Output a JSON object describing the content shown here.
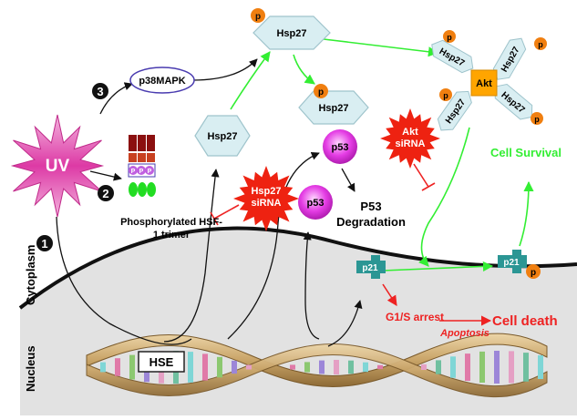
{
  "compartments": {
    "cytoplasm": "Cytoplasm",
    "nucleus": "Nucleus"
  },
  "stimulus": {
    "label": "UV"
  },
  "steps": {
    "step1": "1",
    "step2": "2",
    "step3": "3"
  },
  "nodes": {
    "p38mapk": "p38MAPK",
    "hsp27_free": "Hsp27",
    "hsp27_phos": "Hsp27",
    "hsp27_p53_top": "Hsp27",
    "p53_complex": "p53",
    "p53_free": "p53",
    "akt": "Akt",
    "akt_hsp27": [
      "Hsp27",
      "Hsp27",
      "Hsp27",
      "Hsp27"
    ],
    "p21_nucleus": "p21",
    "p21_phos": "p21",
    "phospho": "p",
    "hse": "HSE",
    "hsf_p": [
      "P",
      "P",
      "P"
    ]
  },
  "labels": {
    "hsf_trimer": [
      "Phosphorylated HSF-",
      "1 trimer"
    ],
    "p53_degradation": [
      "P53",
      "Degradation"
    ],
    "cell_survival": "Cell Survival",
    "g1s_arrest": "G1/S arrest",
    "apoptosis": "Apoptosis",
    "cell_death": "Cell death"
  },
  "inhibitors": {
    "hsp27_sirna": [
      "Hsp27",
      "siRNA"
    ],
    "akt_sirna": [
      "Akt",
      "siRNA"
    ]
  },
  "colors": {
    "green_arrow": "#33ee33",
    "red": "#ee2222",
    "hex_fill": "#d9eef2",
    "teal": "#2b9694",
    "phospho_orange": "#f07f10",
    "p53_magenta": "#e43ce4",
    "sirna_red": "#ee2211",
    "uv_magenta": "#dd3aa5",
    "akt_orange": "#ffa500",
    "nucleus_gray": "#e2e2e2"
  }
}
